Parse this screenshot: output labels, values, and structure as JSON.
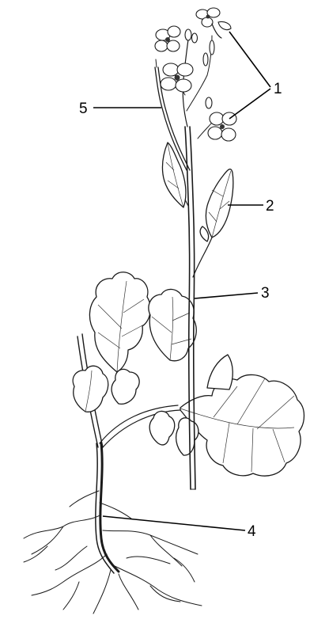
{
  "labels": {
    "flower": "1",
    "upper_leaf": "2",
    "stem": "3",
    "root": "4",
    "pod": "5"
  }
}
